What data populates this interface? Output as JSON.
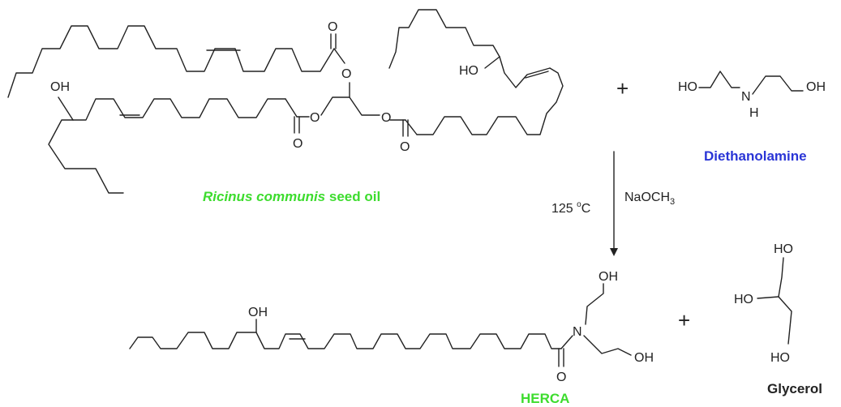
{
  "colors": {
    "ink": "#222222",
    "green": "#3ddc2e",
    "blue": "#2a35d6"
  },
  "atoms": {
    "o": "O",
    "oh": "OH",
    "ho": "HO",
    "n": "N",
    "h": "H"
  },
  "plus_sign": "+",
  "labels": {
    "seed_oil_italic": "Ricinus communis",
    "seed_oil_rest": " seed oil",
    "diethanolamine": "Diethanolamine",
    "herca": "HERCA",
    "glycerol": "Glycerol"
  },
  "conditions": {
    "temp_value": "125 ",
    "temp_degree": "o",
    "temp_unit": "C",
    "catalyst_main": "NaOCH",
    "catalyst_sub": "3"
  }
}
